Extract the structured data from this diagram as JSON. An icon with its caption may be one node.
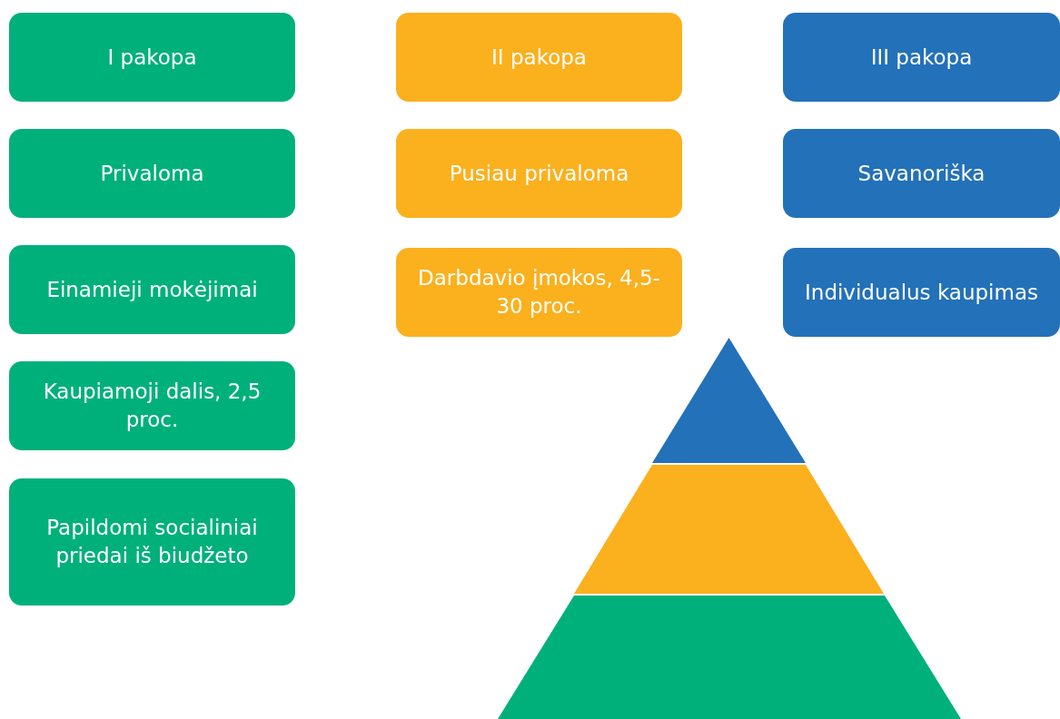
{
  "diagram": {
    "nodes": [
      {
        "text": [
          "I pakopa"
        ]
      },
      {
        "text": [
          "II pakopa"
        ]
      },
      {
        "text": [
          "III pakopa"
        ]
      },
      {
        "text": [
          "Privaloma"
        ]
      },
      {
        "text": [
          "Pusiau privaloma"
        ]
      },
      {
        "text": [
          "Savanoriška"
        ]
      },
      {
        "text": [
          "Einamieji mokėjimai"
        ]
      },
      {
        "text": [
          "Darbdavio įmokos, 4,5-30 proc."
        ]
      },
      {
        "text": [
          "Individualus kaupimas"
        ]
      },
      {
        "text": [
          "Kaupiamoji dalis, 2,5 proc."
        ]
      },
      {
        "text": [
          "Papildomi socialiniai priedai iš biudžeto"
        ]
      },
      {
        "text": [],
        "shape": "triangle"
      },
      {
        "text": [],
        "shape": "trapezoid"
      },
      {
        "text": [],
        "shape": "trapezoid"
      }
    ],
    "edges": []
  }
}
